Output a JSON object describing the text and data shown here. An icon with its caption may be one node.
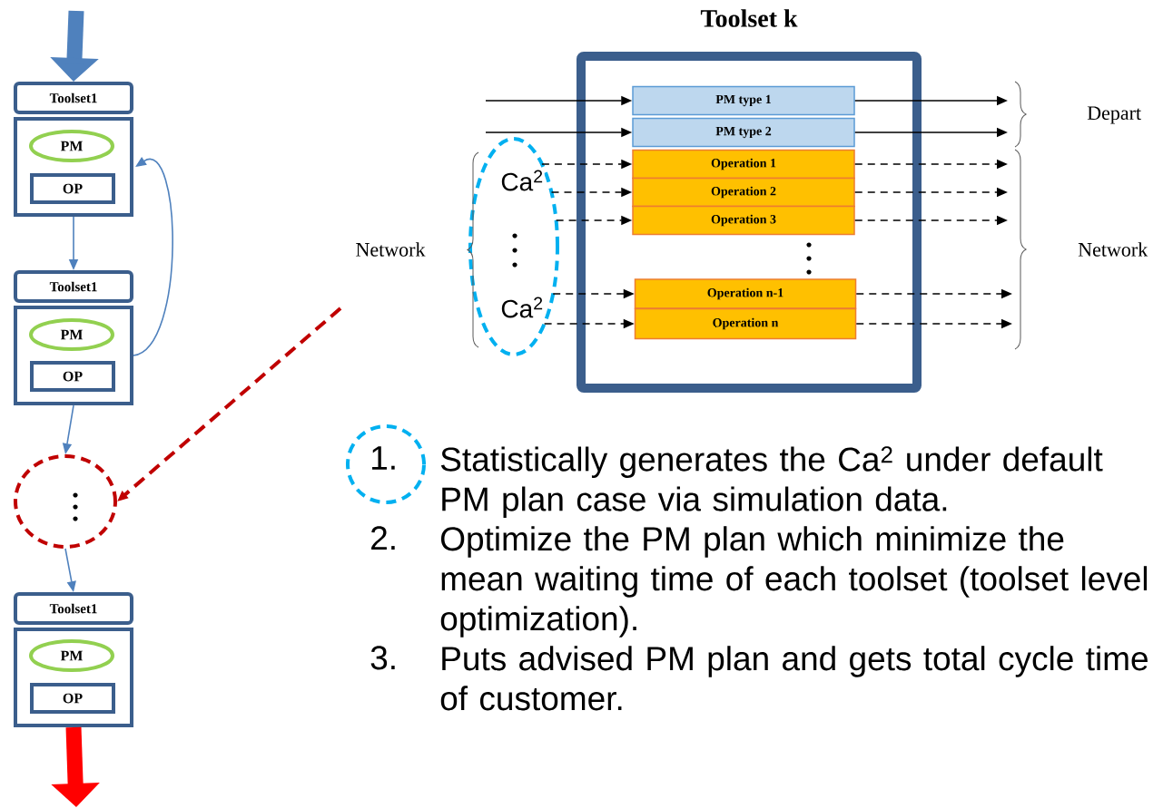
{
  "diagram": {
    "nodes": [
      {
        "text": [
          "Toolset1"
        ]
      },
      {
        "text": [],
        "shape": "box"
      },
      {
        "text": [
          "PM"
        ],
        "in": 1
      },
      {
        "text": [
          "OP"
        ],
        "in": 1
      },
      {
        "text": [
          "Toolset1"
        ]
      },
      {
        "text": [],
        "shape": "box"
      },
      {
        "text": [
          "PM"
        ],
        "in": 5
      },
      {
        "text": [
          "OP"
        ],
        "in": 5
      },
      {
        "text": [],
        "shape": "circle"
      },
      {
        "text": [
          "Toolset1"
        ]
      },
      {
        "text": [],
        "shape": "box"
      },
      {
        "text": [
          "PM"
        ],
        "in": 10
      },
      {
        "text": [
          "OP"
        ],
        "in": 10
      },
      {
        "text": [
          "Toolset k"
        ]
      },
      {
        "text": [
          "PM type 1"
        ],
        "in": 13
      },
      {
        "text": [
          "PM type 2"
        ],
        "in": 13
      },
      {
        "text": [
          "Operation 1"
        ],
        "in": 13
      },
      {
        "text": [
          "Operation 2"
        ],
        "in": 13
      },
      {
        "text": [
          "Operation 3"
        ],
        "in": 13
      },
      {
        "text": [
          "Operation n-1"
        ],
        "in": 13
      },
      {
        "text": [
          "Operation n"
        ],
        "in": 13
      },
      {
        "text": [],
        "shape": "circle"
      },
      {
        "text": [],
        "shape": "circle"
      }
    ],
    "edges": [
      {
        "from": null,
        "to": 14,
        "arrow": "to"
      },
      {
        "from": null,
        "to": 15,
        "arrow": "to"
      },
      {
        "from": 21,
        "to": 16,
        "arrow": "to",
        "style": "dashed"
      },
      {
        "from": 21,
        "to": 17,
        "arrow": "to",
        "style": "dashed"
      },
      {
        "from": 21,
        "to": 18,
        "arrow": "to",
        "style": "dashed"
      },
      {
        "from": 21,
        "to": 19,
        "arrow": "to",
        "style": "dashed"
      },
      {
        "from": 21,
        "to": 20,
        "arrow": "to",
        "style": "dashed"
      },
      {
        "from": 14,
        "to": null,
        "arrow": "to"
      },
      {
        "from": 15,
        "to": null,
        "arrow": "to"
      },
      {
        "from": 16,
        "to": null,
        "arrow": "to",
        "style": "dashed"
      },
      {
        "from": 17,
        "to": null,
        "arrow": "to",
        "style": "dashed"
      },
      {
        "from": 18,
        "to": null,
        "arrow": "to",
        "style": "dashed"
      },
      {
        "from": 19,
        "to": null,
        "arrow": "to",
        "style": "dashed"
      },
      {
        "from": 20,
        "to": null,
        "arrow": "to",
        "style": "dashed"
      },
      {
        "from": 1,
        "to": 4,
        "arrow": "to",
        "color": "#4f81bd"
      },
      {
        "from": 5,
        "to": 1,
        "arrow": "to",
        "color": "#4f81bd"
      },
      {
        "from": 5,
        "to": 8,
        "arrow": "to",
        "color": "#4f81bd"
      },
      {
        "from": 8,
        "to": 9,
        "arrow": "to",
        "color": "#4f81bd"
      },
      {
        "from": null,
        "to": 8,
        "arrow": "to",
        "style": "dashed",
        "color": "#c00000"
      },
      {
        "from": null,
        "to": 0,
        "arrow": "to",
        "style": "thick",
        "color": "#4f81bd"
      },
      {
        "from": 10,
        "to": null,
        "arrow": "to",
        "style": "thick",
        "color": "#ff0000"
      }
    ],
    "labels": [
      "Depart",
      "Ca$^{2}$",
      "Network",
      "Network",
      "Ca$^{2}$",
      "1.",
      "Statistically generates the Ca$^{2}$ under default PM plan case via simulation data.",
      "2.",
      "Optimize the PM plan which minimize the mean waiting time of each toolset (toolset level optimization).",
      "3.",
      "Puts advised PM plan and gets total cycle time of customer."
    ]
  }
}
